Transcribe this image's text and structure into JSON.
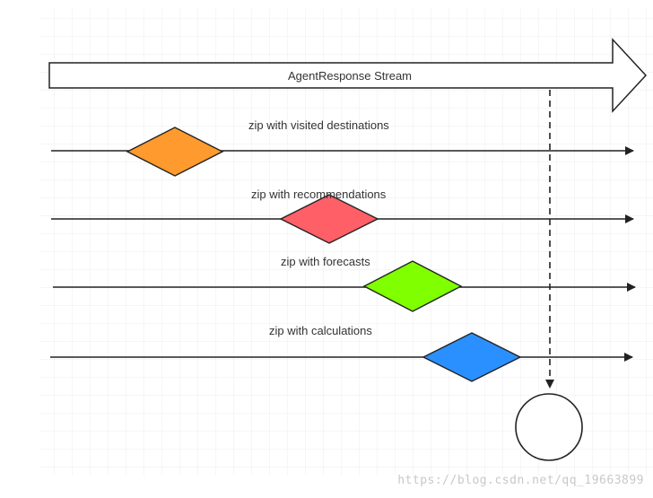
{
  "diagram": {
    "title": "AgentResponse Stream",
    "streams": [
      {
        "label": "zip with visited destinations",
        "color": "#ff9a2e"
      },
      {
        "label": "zip with recommendations",
        "color": "#ff6068"
      },
      {
        "label": "zip with forecasts",
        "color": "#7fff00"
      },
      {
        "label": "zip with calculations",
        "color": "#2b90ff"
      }
    ],
    "result_node": "circle"
  },
  "watermark": "https://blog.csdn.net/qq_19663899",
  "colors": {
    "grid": "#e7e7e7",
    "stroke": "#222222",
    "background": "#ffffff"
  }
}
